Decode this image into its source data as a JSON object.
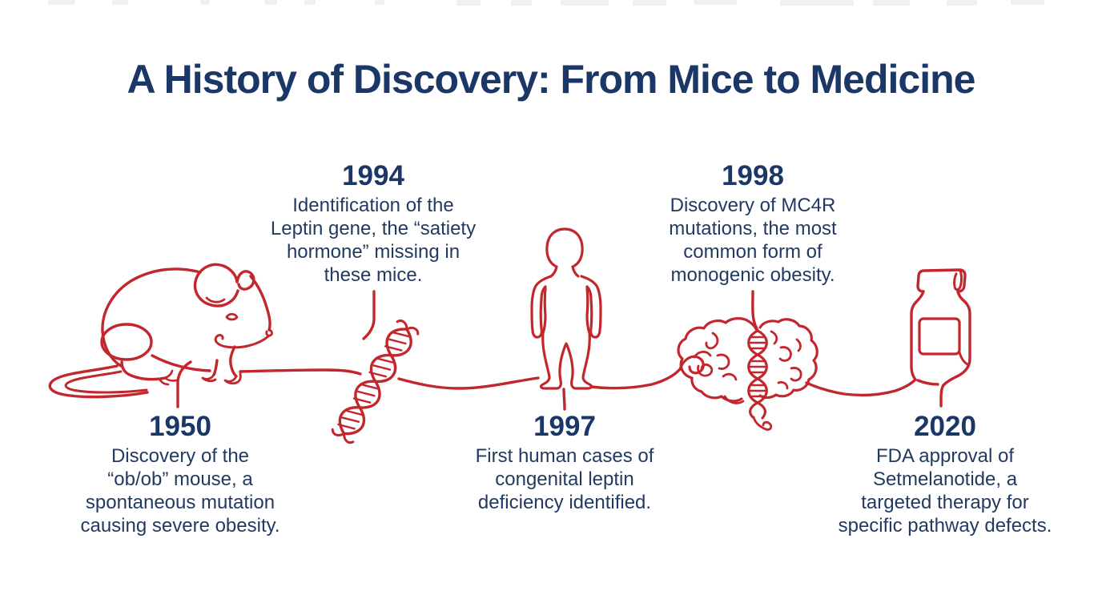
{
  "title": "A History of Discovery: From Mice to Medicine",
  "colors": {
    "accent_red": "#c1272d",
    "navy_title": "#1b3767",
    "navy_body": "#223a61",
    "background": "#ffffff"
  },
  "timeline": {
    "style": "continuous red line art",
    "order": [
      "1950",
      "1994",
      "1997",
      "1998",
      "2020"
    ]
  },
  "milestones": [
    {
      "year": "1950",
      "position": "below",
      "icon": "mouse-line-art",
      "text": "Discovery of the\n“ob/ob” mouse, a\nspontaneous mutation\ncausing severe obesity."
    },
    {
      "year": "1994",
      "position": "above",
      "icon": "dna-helix-line-art",
      "text": "Identification of the\nLeptin gene, the “satiety\nhormone” missing in\nthese mice."
    },
    {
      "year": "1997",
      "position": "below",
      "icon": "child-silhouette-line-art",
      "text": "First human cases of\ncongenital leptin\ndeficiency identified."
    },
    {
      "year": "1998",
      "position": "above",
      "icon": "brain-with-dna-line-art",
      "text": "Discovery of MC4R\nmutations, the most\ncommon form of\nmonogenic obesity."
    },
    {
      "year": "2020",
      "position": "below",
      "icon": "medicine-vial-line-art",
      "text": "FDA approval of\nSetmelanotide, a\ntargeted therapy for\nspecific pathway defects."
    }
  ]
}
